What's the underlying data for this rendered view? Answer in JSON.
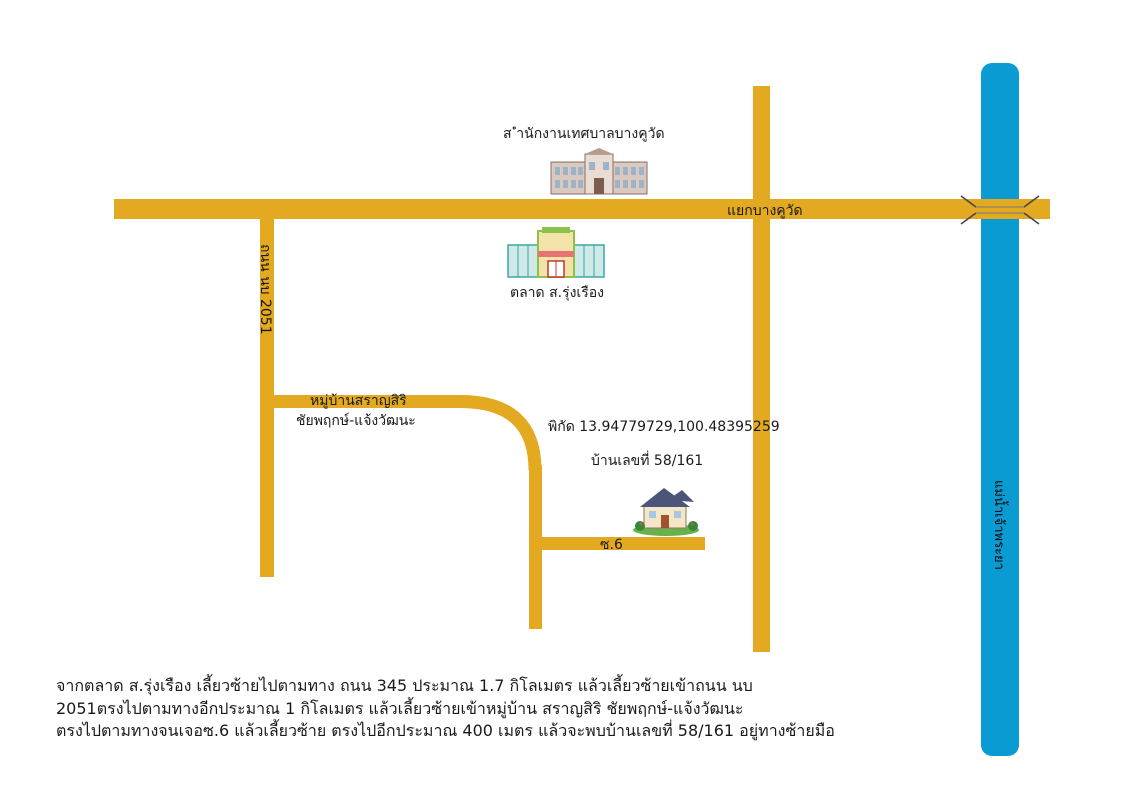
{
  "colors": {
    "road": "#e2a921",
    "river": "#0b9bd3",
    "background": "#ffffff"
  },
  "places": {
    "municipal_office": "ส ำนักงานเทศบาลบางคูวัด",
    "junction": "แยกบางคูวัด",
    "market": "ตลาด ส.รุ่งเรือง",
    "road_2051": "ถนน นบ 2051",
    "village_line1": "หมู่บ้านสราญสิริ",
    "village_line2": "ชัยพฤกษ์-แจ้งวัฒนะ",
    "coordinates": "พิกัด 13.94779729,100.48395259",
    "house_number": "บ้านเลขที่ 58/161",
    "soi": "ซ.6",
    "river": "แม่น้ำเจ้าพระยา"
  },
  "icons": {
    "municipal_office": "government-building-icon",
    "market": "market-building-icon",
    "house": "house-icon",
    "bridge": "bridge-icon"
  },
  "directions": [
    "จากตลาด ส.รุ่งเรือง เลี้ยวซ้ายไปตามทาง ถนน 345 ประมาณ 1.7 กิโลเมตร แล้วเลี้ยวซ้ายเข้าถนน นบ",
    "2051ตรงไปตามทางอีกประมาณ 1 กิโลเมตร แล้วเลี้ยวซ้ายเข้าหมู่บ้าน สราญสิริ ชัยพฤกษ์-แจ้งวัฒนะ",
    "ตรงไปตามทางจนเจอซ.6 แล้วเลี้ยวซ้าย ตรงไปอีกประมาณ 400 เมตร แล้วจะพบบ้านเลขที่ 58/161 อยู่ทางซ้ายมือ"
  ]
}
